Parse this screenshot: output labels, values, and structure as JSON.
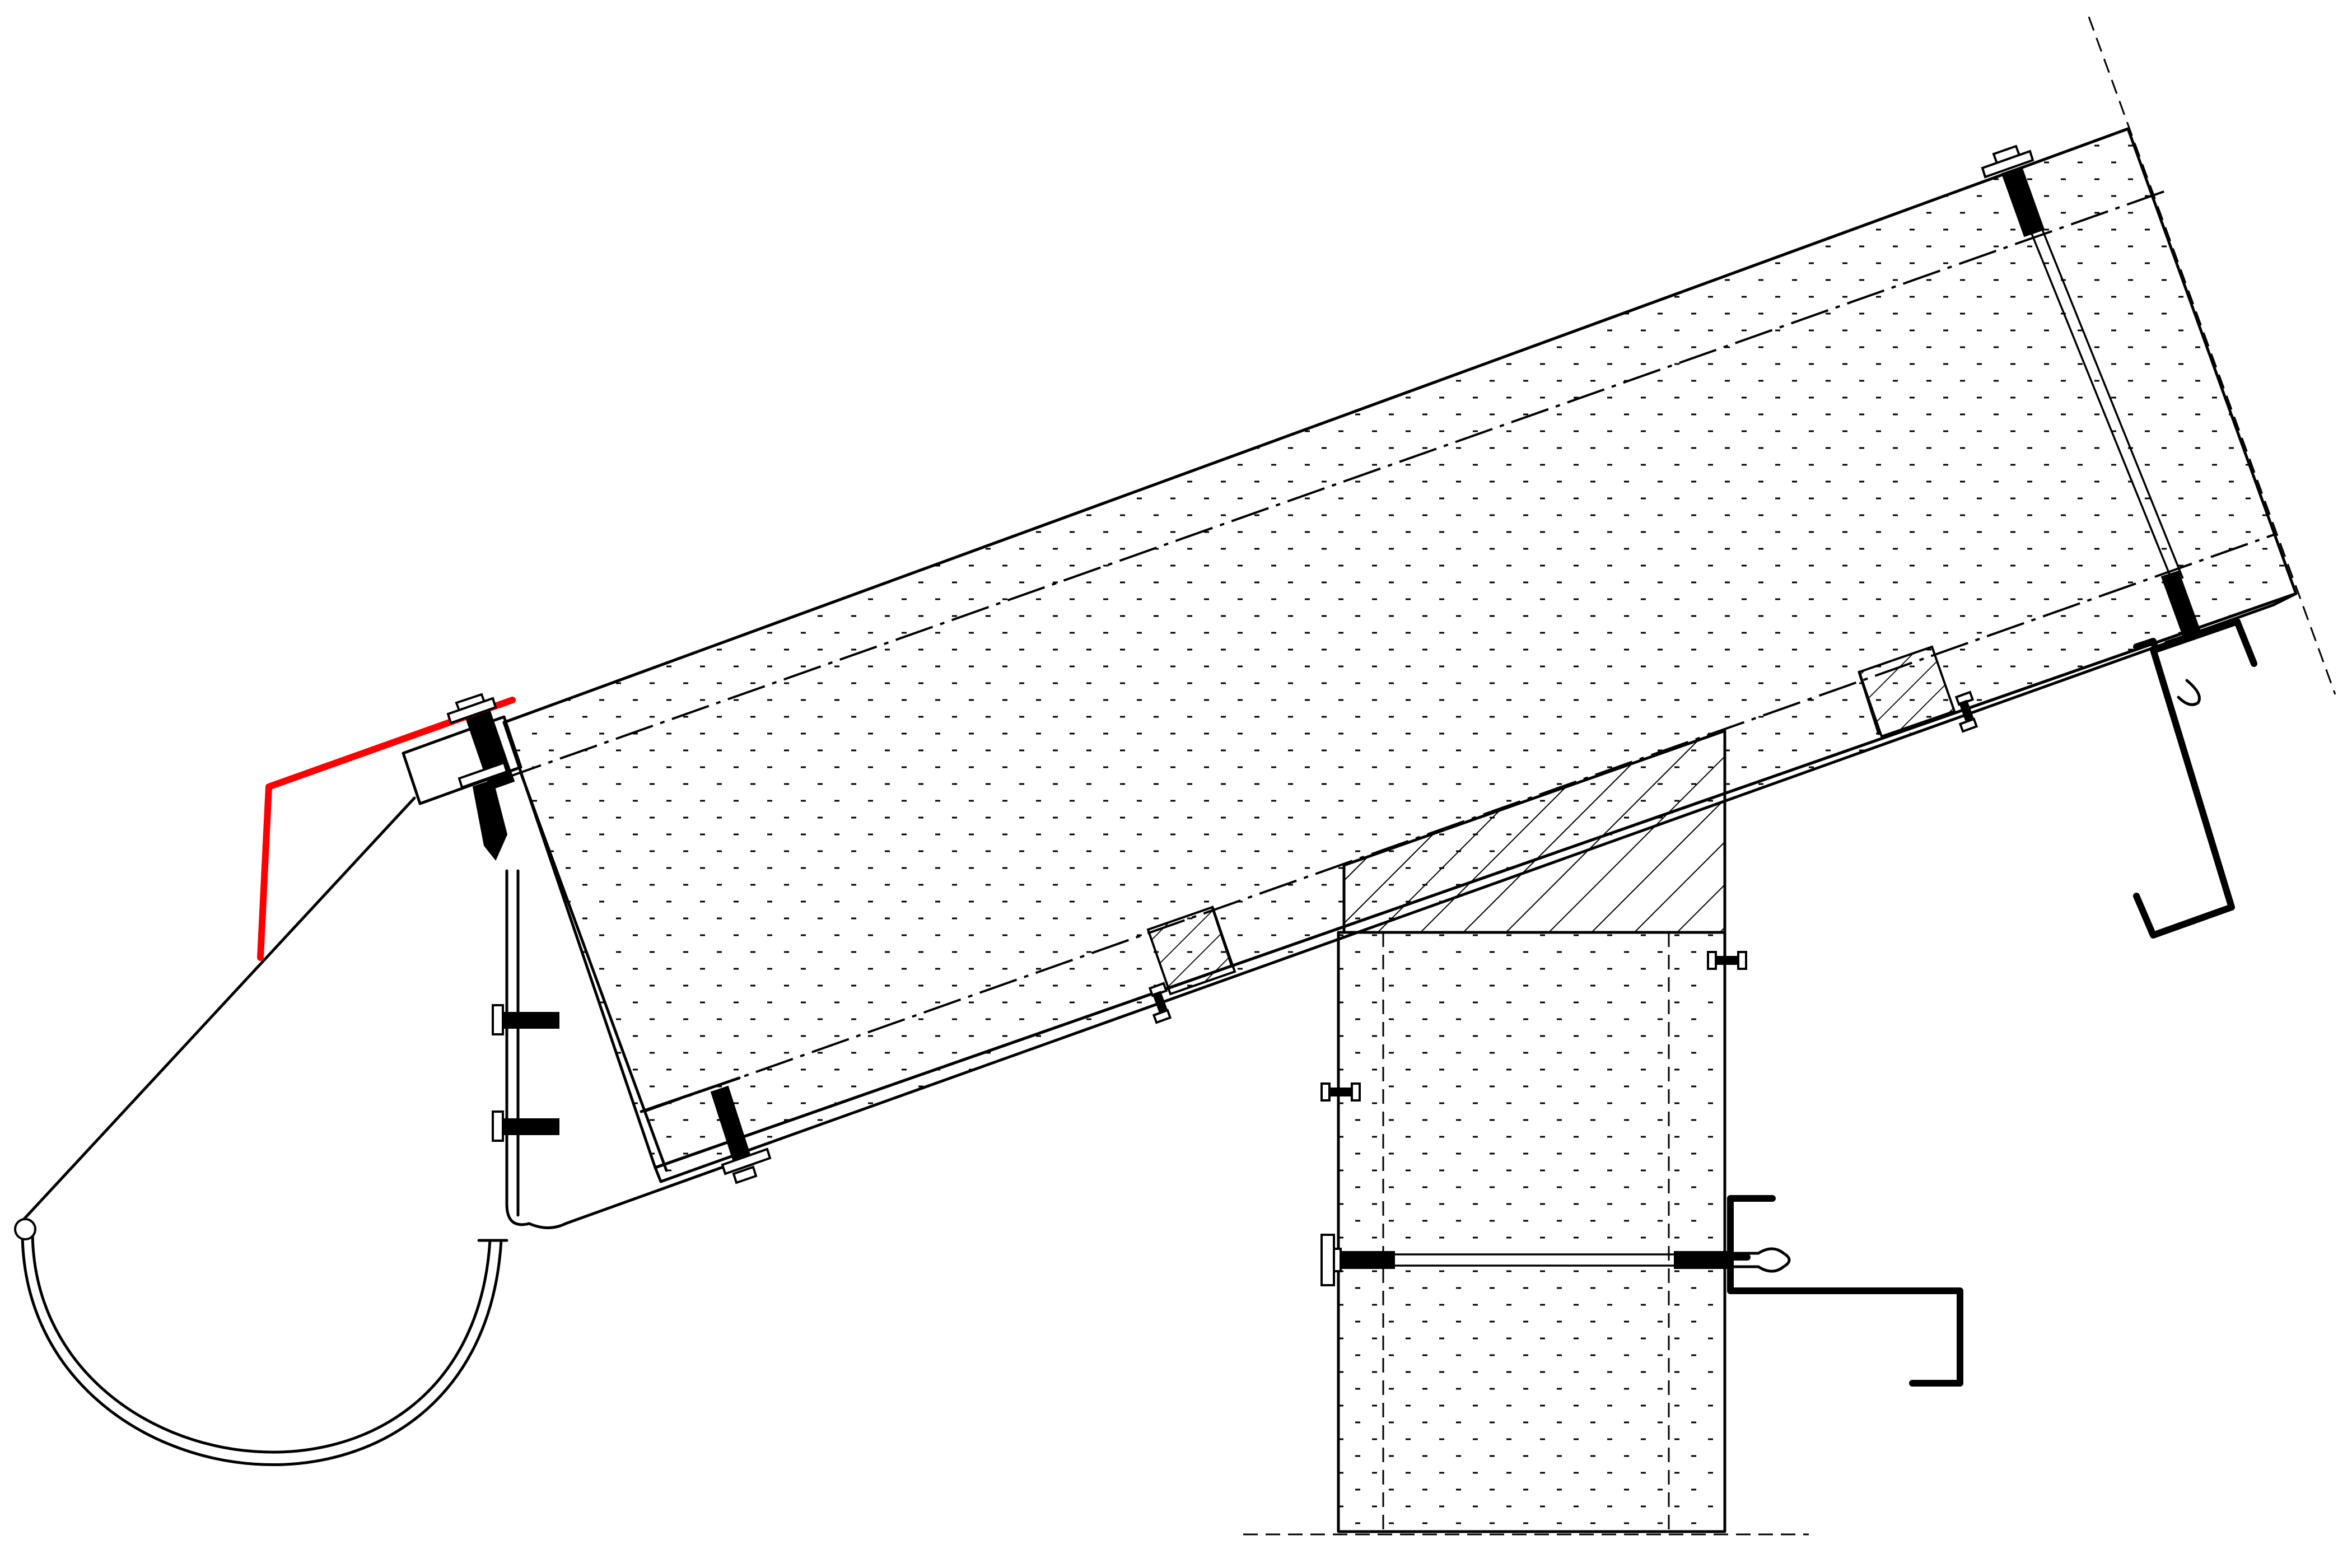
{
  "drawing": {
    "kind": "roof eave construction detail section",
    "colors": {
      "linework": "#000000",
      "highlight": "#ff0000",
      "background": "#ffffff"
    },
    "hatches": [
      "dotted-insulation",
      "diagonal-timber-hatch"
    ],
    "components": [
      "roof-insulation-panel",
      "wall-insulation-panel",
      "timber-wall-plate",
      "spacer-blocks",
      "half-round-gutter",
      "gutter-bracket",
      "eave-flashing",
      "fascia-board",
      "z-purlin",
      "side-rail",
      "fixing-bolts",
      "centerlines"
    ]
  }
}
